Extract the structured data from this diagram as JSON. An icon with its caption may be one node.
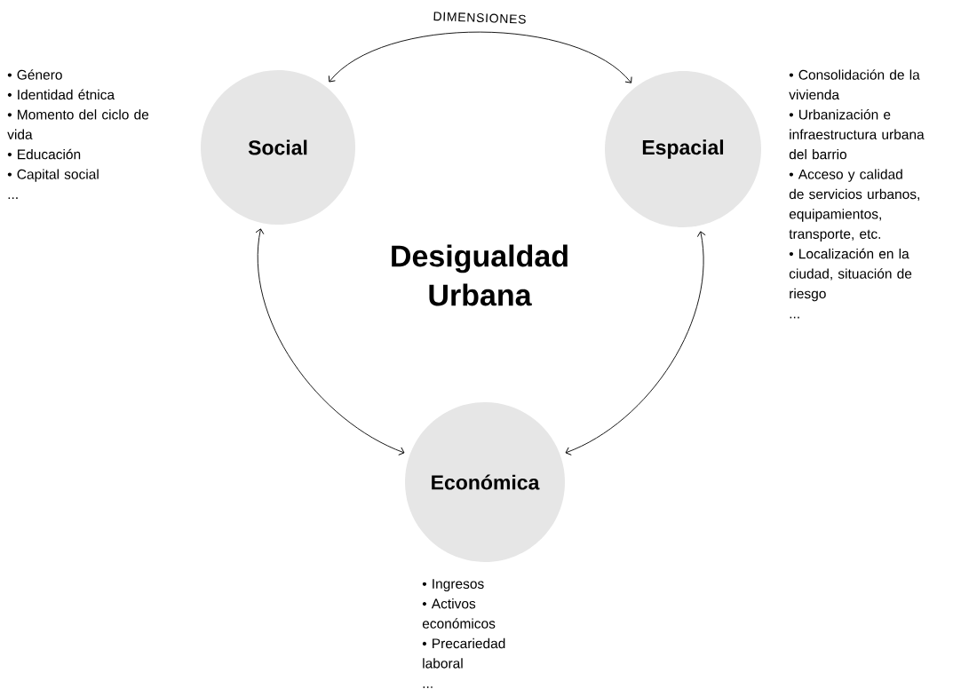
{
  "diagram": {
    "nodes": [
      {
        "text": [
          "Social"
        ],
        "beside": [
          "• Género",
          "• Identidad étnica",
          "• Momento del ciclo de vida",
          "• Educación",
          "• Capital social",
          "..."
        ]
      },
      {
        "text": [
          "Espacial"
        ],
        "beside": [
          "• Consolidación de la vivienda",
          "• Urbanización e infraestructura urbana del barrio",
          "• Acceso y calidad de servicios urbanos, equipamientos, transporte, etc.",
          "• Localización en la ciudad, situación de riesgo",
          "..."
        ]
      },
      {
        "text": [
          "Económica"
        ],
        "beside": [
          "• Ingresos",
          "• Activos económicos",
          "• Precariedad laboral",
          "..."
        ]
      }
    ],
    "edges": [
      {
        "from": 0,
        "to": 1,
        "arrow": "both",
        "label": "DIMENSIONES"
      },
      {
        "from": 0,
        "to": 2,
        "arrow": "both"
      },
      {
        "from": 1,
        "to": 2,
        "arrow": "both"
      }
    ],
    "labels": [
      "Desigualdad Urbana"
    ]
  }
}
